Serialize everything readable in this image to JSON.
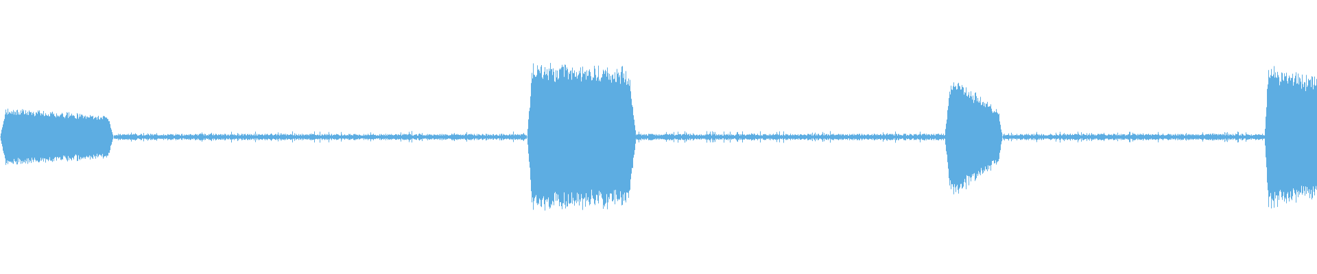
{
  "waveform": {
    "color": "#5dade2",
    "background": "#ffffff",
    "segments": [
      {
        "type": "burst",
        "start": 0.0,
        "end": 0.086,
        "amp_start": 0.22,
        "amp_end": 0.16,
        "attack": 0.004,
        "release": 0.004
      },
      {
        "type": "quiet",
        "start": 0.086,
        "end": 0.4,
        "amp": 0.025
      },
      {
        "type": "burst",
        "start": 0.4,
        "end": 0.483,
        "amp_start": 0.56,
        "amp_end": 0.52,
        "attack": 0.004,
        "release": 0.006
      },
      {
        "type": "quiet",
        "start": 0.483,
        "end": 0.717,
        "amp": 0.025
      },
      {
        "type": "burst",
        "start": 0.717,
        "end": 0.761,
        "amp_start": 0.51,
        "amp_end": 0.18,
        "attack": 0.005,
        "release": 0.003
      },
      {
        "type": "quiet",
        "start": 0.761,
        "end": 0.96,
        "amp": 0.025
      },
      {
        "type": "burst",
        "start": 0.96,
        "end": 1.0,
        "amp_start": 0.55,
        "amp_end": 0.45,
        "attack": 0.003,
        "release": 0.0
      }
    ]
  }
}
